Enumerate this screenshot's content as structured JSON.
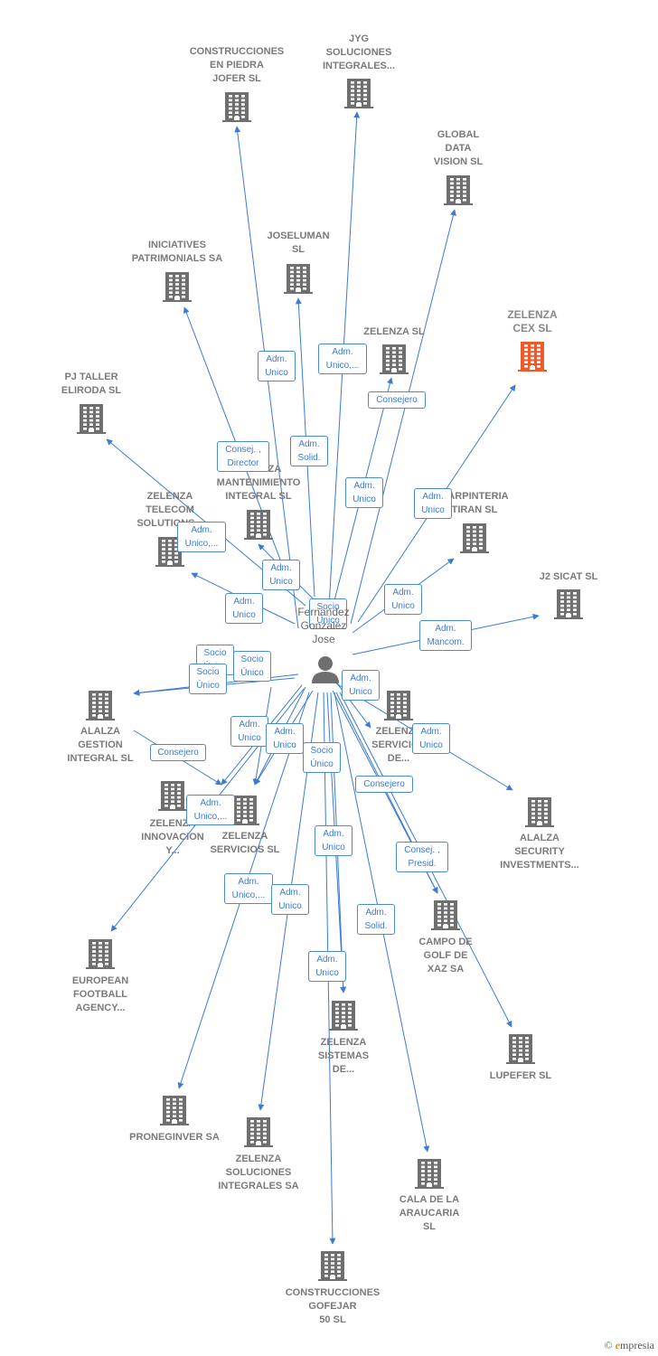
{
  "center": {
    "label": "Fernandez\nGonzalez\nJose",
    "icon": "person-icon"
  },
  "colors": {
    "edge": "#3a7bd5",
    "building": "#6f6f6f",
    "highlight": "#f05a28"
  },
  "nodes": [
    {
      "id": "n1",
      "label": "CONSTRUCCIONES\nEN PIEDRA\nJOFER SL",
      "icon": "building-icon"
    },
    {
      "id": "n2",
      "label": "JYG\nSOLUCIONES\nINTEGRALES...",
      "icon": "building-icon"
    },
    {
      "id": "n3",
      "label": "GLOBAL\nDATA\nVISION SL",
      "icon": "building-icon"
    },
    {
      "id": "n4",
      "label": "INICIATIVES\nPATRIMONIALS SA",
      "icon": "building-icon"
    },
    {
      "id": "n5",
      "label": "JOSELUMAN\nSL",
      "icon": "building-icon"
    },
    {
      "id": "n6",
      "label": "ZELENZA SL",
      "icon": "building-icon"
    },
    {
      "id": "n7",
      "label": "ZELENZA\nCEX SL",
      "icon": "building-icon",
      "highlight": true
    },
    {
      "id": "n8",
      "label": "PJ TALLER\nELIRODA SL",
      "icon": "building-icon"
    },
    {
      "id": "n9",
      "label": "ZELENZA\nMANTENIMIENTO\nINTEGRAL SL",
      "icon": "building-icon"
    },
    {
      "id": "n10",
      "label": "ZELENZA\nTELECOM\nSOLUTIONS...",
      "icon": "building-icon"
    },
    {
      "id": "n11",
      "label": "CARPINTERIA\nTIRAN SL",
      "icon": "building-icon"
    },
    {
      "id": "n12",
      "label": "J2 SICAT SL",
      "icon": "building-icon"
    },
    {
      "id": "n13",
      "label": "ALALZA\nGESTION\nINTEGRAL SL",
      "icon": "building-icon"
    },
    {
      "id": "n14",
      "label": "ZELENZA\nSERVICIOS\nDE...",
      "icon": "building-icon"
    },
    {
      "id": "n15",
      "label": "ZELENZA\nINNOVACION\nY...",
      "icon": "building-icon"
    },
    {
      "id": "n16",
      "label": "ZELENZA\nSERVICIOS SL",
      "icon": "building-icon"
    },
    {
      "id": "n17",
      "label": "ALALZA\nSECURITY\nINVESTMENTS...",
      "icon": "building-icon"
    },
    {
      "id": "n18",
      "label": "EUROPEAN\nFOOTBALL\nAGENCY...",
      "icon": "building-icon"
    },
    {
      "id": "n19",
      "label": "CAMPO DE\nGOLF DE\nXAZ SA",
      "icon": "building-icon"
    },
    {
      "id": "n20",
      "label": "ZELENZA\nSISTEMAS\nDE...",
      "icon": "building-icon"
    },
    {
      "id": "n21",
      "label": "LUPEFER SL",
      "icon": "building-icon"
    },
    {
      "id": "n22",
      "label": "PRONEGINVER SA",
      "icon": "building-icon"
    },
    {
      "id": "n23",
      "label": "ZELENZA\nSOLUCIONES\nINTEGRALES SA",
      "icon": "building-icon"
    },
    {
      "id": "n24",
      "label": "CALA DE LA\nARAUCARIA\nSL",
      "icon": "building-icon"
    },
    {
      "id": "n25",
      "label": "CONSTRUCCIONES\nGOFEJAR\n50 SL",
      "icon": "building-icon"
    }
  ],
  "edges": [
    {
      "to": "n1",
      "label": "Adm.\nUnico"
    },
    {
      "to": "n2",
      "label": "Adm.\nUnico,..."
    },
    {
      "to": "n3",
      "label": "Adm.\nUnico"
    },
    {
      "to": "n4",
      "label": "Consej. ,\nDirector"
    },
    {
      "to": "n5",
      "label": "Adm.\nSolid."
    },
    {
      "to": "n6",
      "label": "Consejero"
    },
    {
      "to": "n7",
      "label": "Adm.\nUnico"
    },
    {
      "to": "n8",
      "label": "Adm.\nUnico,..."
    },
    {
      "to": "n9",
      "label": "Adm.\nUnico"
    },
    {
      "to": "n10",
      "label": "Adm.\nUnico"
    },
    {
      "to": "n11",
      "label": "Adm.\nUnico"
    },
    {
      "to": "n12",
      "label": "Adm.\nMancom."
    },
    {
      "to": "n13",
      "label": "Socio\nÚnico"
    },
    {
      "to": "n13",
      "label": "Socio\nÚnico"
    },
    {
      "to": "n14",
      "label": "Adm.\nUnico"
    },
    {
      "to": "n15",
      "label": "Consejero"
    },
    {
      "to": "n15",
      "label": "Adm.\nUnico"
    },
    {
      "to": "n16",
      "label": "Adm.\nUnico"
    },
    {
      "to": "n16",
      "label": "Socio\nÚnico"
    },
    {
      "to": "n16",
      "label": "Socio\nÚnico"
    },
    {
      "to": "n17",
      "label": "Adm.\nUnico"
    },
    {
      "to": "n18",
      "label": "Adm.\nUnico,..."
    },
    {
      "to": "n19",
      "label": "Consejero"
    },
    {
      "to": "n19",
      "label": "Consej. ,\nPresid."
    },
    {
      "to": "n20",
      "label": "Adm.\nUnico"
    },
    {
      "to": "n20",
      "label": "Adm.\nUnico"
    },
    {
      "to": "n21",
      "label": "Socio\nÚnico"
    },
    {
      "to": "n22",
      "label": "Adm.\nUnico,..."
    },
    {
      "to": "n23",
      "label": "Adm.\nUnico"
    },
    {
      "to": "n24",
      "label": "Adm.\nSolid."
    },
    {
      "to": "n25",
      "label": "Adm.\nUnico"
    }
  ],
  "branding": {
    "copyright": "©",
    "name": "mpresia",
    "initial": "e"
  }
}
